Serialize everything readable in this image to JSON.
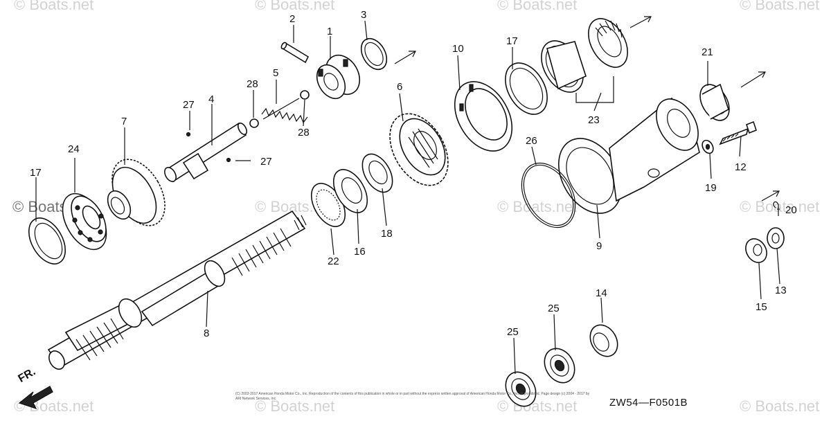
{
  "callouts": [
    "1",
    "2",
    "3",
    "4",
    "5",
    "6",
    "7",
    "8",
    "9",
    "10",
    "12",
    "13",
    "14",
    "15",
    "16",
    "17",
    "17",
    "18",
    "19",
    "20",
    "21",
    "22",
    "23",
    "24",
    "25",
    "25",
    "26",
    "27",
    "27",
    "28",
    "28"
  ],
  "diagram_code": "ZW54—F0501B",
  "direction_label": "FR.",
  "watermark_text": "© Boats.net",
  "copyright_text": "(C) 2003-2017 American Honda Motor Co., Inc. Reproduction of the contents of this publication in whole or in part without the express written approval of American Honda Motor Co., Inc. is prohibited. Page design (c) 2004 - 2017 by ARI Network Services, Inc."
}
